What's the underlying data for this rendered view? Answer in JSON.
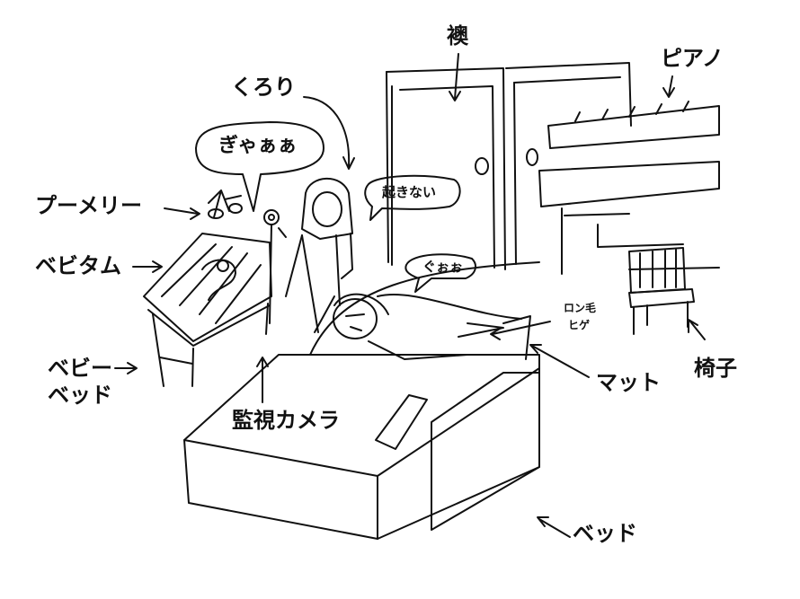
{
  "labels": {
    "closet": "襖",
    "piano": "ピアノ",
    "kurori": "くろり",
    "crying": "ぎゃぁぁ",
    "mobile": "プーメリー",
    "bebitam": "ベビタム",
    "babybed_line1": "ベビー",
    "babybed_line2": "ベッド",
    "camera": "監視カメラ",
    "wont_wake": "起きない",
    "snore": "ぐぉぉ",
    "longhair": "ロン毛",
    "beard": "ヒゲ",
    "mat": "マット",
    "chair": "椅子",
    "bed": "ベッド"
  }
}
